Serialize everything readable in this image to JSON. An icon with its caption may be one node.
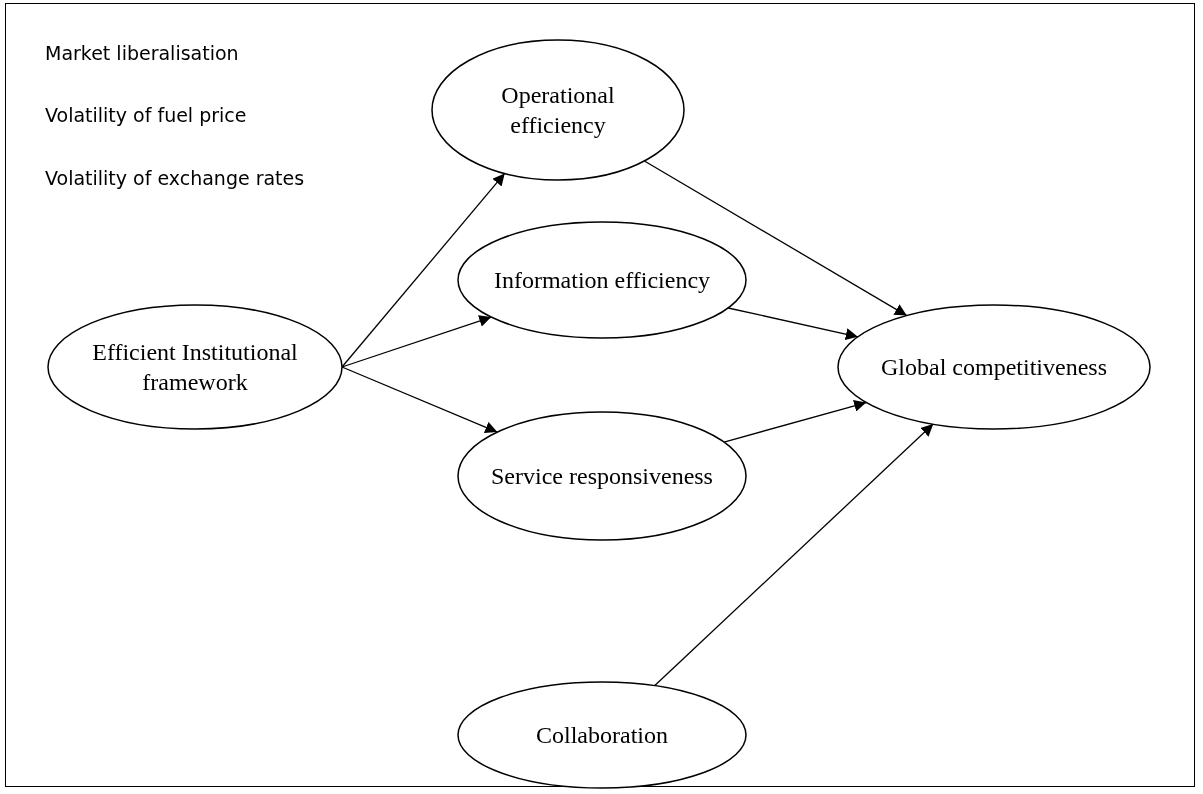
{
  "diagram": {
    "nodes": [
      {
        "text": [
          "Efficient Institutional framework"
        ]
      },
      {
        "text": [
          "Operational efficiency"
        ]
      },
      {
        "text": [
          "Information efficiency"
        ]
      },
      {
        "text": [
          "Service responsiveness"
        ]
      },
      {
        "text": [
          "Collaboration"
        ]
      },
      {
        "text": [
          "Global competitiveness"
        ]
      }
    ],
    "edges": [
      {
        "from": 0,
        "to": 1,
        "arrow": "to"
      },
      {
        "from": 0,
        "to": 2,
        "arrow": "to"
      },
      {
        "from": 0,
        "to": 3,
        "arrow": "to"
      },
      {
        "from": 1,
        "to": 5,
        "arrow": "to"
      },
      {
        "from": 2,
        "to": 5,
        "arrow": "to"
      },
      {
        "from": 3,
        "to": 5,
        "arrow": "to"
      },
      {
        "from": 4,
        "to": 5,
        "arrow": "to"
      }
    ],
    "labels": [
      "Market liberalisation",
      "Volatility of fuel price",
      "Volatility of exchange rates"
    ]
  }
}
